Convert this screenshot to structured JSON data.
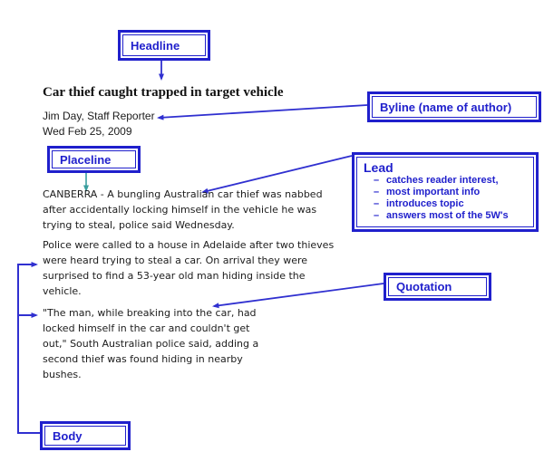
{
  "colors": {
    "box_border_blue": "#2020CC",
    "label_blue": "#2020CC",
    "arrow_blue": "#3030D0",
    "arrow_teal": "#3A9E9E",
    "article_text": "#1C1C1C"
  },
  "annotation_labels": {
    "headline": "Headline",
    "byline": "Byline (name of author)",
    "placeline": "Placeline",
    "quotation": "Quotation",
    "body": "Body"
  },
  "lead_box": {
    "title": "Lead",
    "bullet_marker": "–",
    "bullets": [
      "catches reader interest,",
      "most important info",
      "introduces topic",
      "answers most of the 5W's"
    ]
  },
  "article": {
    "headline": "Car thief caught trapped in target vehicle",
    "byline": "Jim Day, Staff Reporter",
    "dateline": "Wed Feb 25, 2009",
    "lead_paragraph": [
      "CANBERRA - A bungling Australian car thief was nabbed",
      "after accidentally locking himself in the vehicle he was",
      "trying to steal, police said Wednesday."
    ],
    "body_paragraph": [
      "Police were called to a house in Adelaide after two thieves",
      "were heard trying to steal a car. On arrival they were",
      "surprised to find a 53-year old man hiding inside the",
      "vehicle."
    ],
    "quote_paragraph": [
      "\"The man, while breaking into the car, had",
      "locked himself in the car and couldn't get",
      "out,\" South Australian police said, adding a",
      "second thief was found hiding in nearby",
      "bushes."
    ]
  }
}
